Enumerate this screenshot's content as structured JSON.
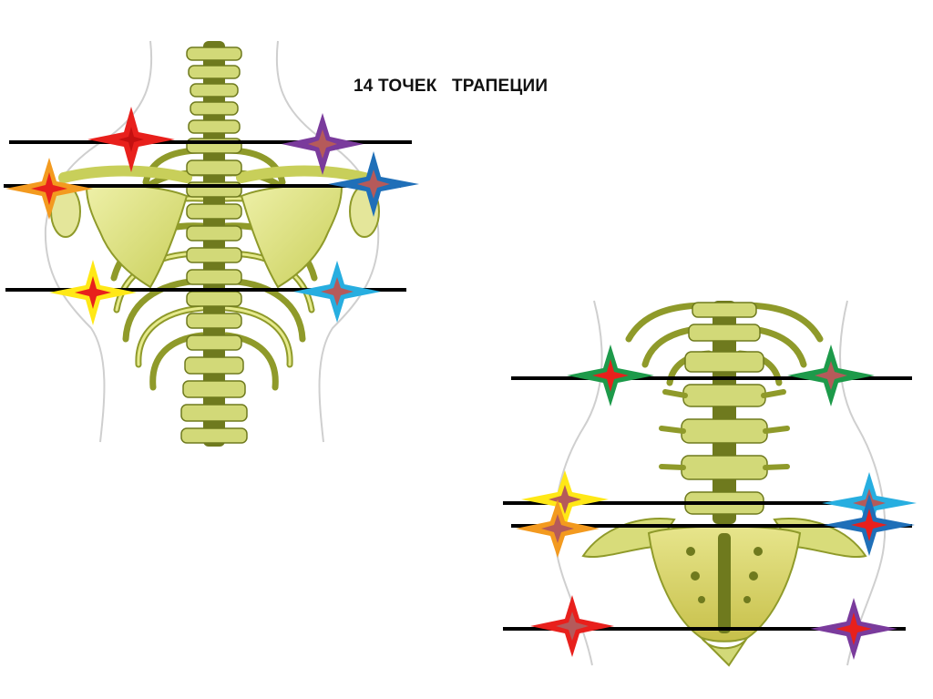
{
  "slide": {
    "title": "14 ТОЧЕК   ТРАПЕЦИИ"
  },
  "colors": {
    "red": "#e8201c",
    "purple": "#7a3b9c",
    "orange": "#f39a1f",
    "blue": "#1f6fb8",
    "yellow": "#ffe816",
    "cyan": "#27aee0",
    "green": "#1d9a4a",
    "bone": "#cfd77a",
    "bone_dark": "#6f7a1e",
    "line": "#000000"
  },
  "figures": [
    {
      "name": "upper-back-skeleton",
      "markers": [
        "red",
        "purple",
        "orange",
        "blue",
        "yellow",
        "cyan"
      ]
    },
    {
      "name": "lower-back-skeleton",
      "markers": [
        "green",
        "green",
        "yellow",
        "cyan",
        "orange",
        "blue",
        "red",
        "purple"
      ]
    }
  ]
}
